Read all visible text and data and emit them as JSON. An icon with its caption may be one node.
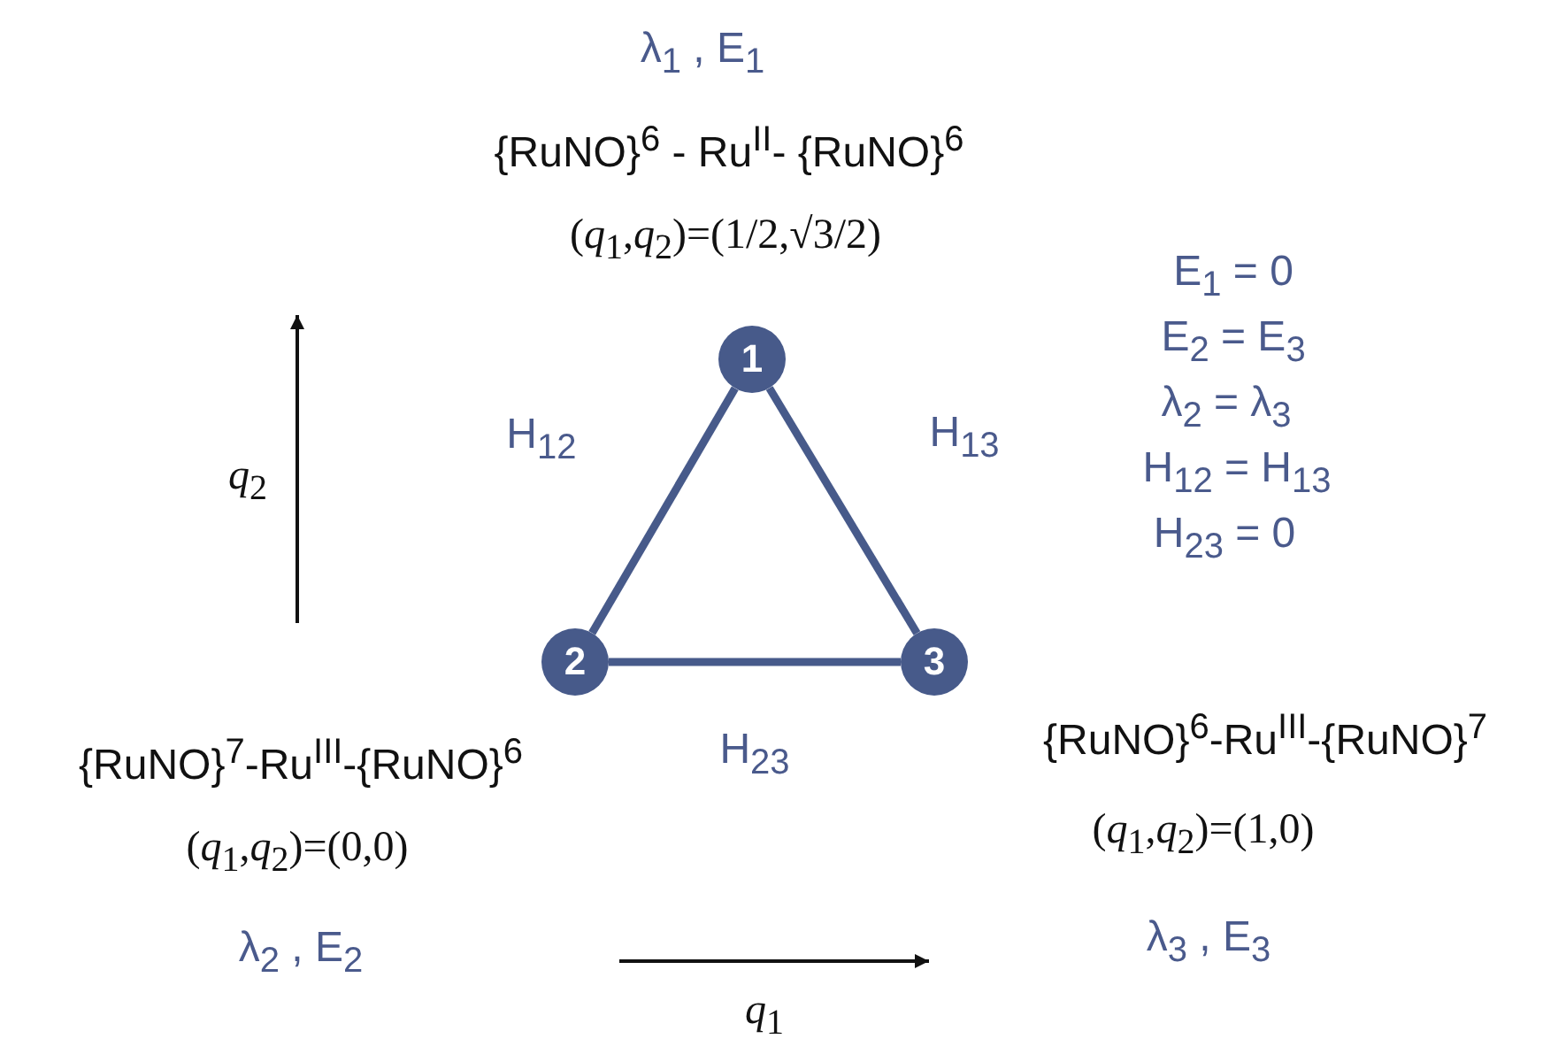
{
  "diagram": {
    "nodes": [
      {
        "text": [
          "1"
        ],
        "beside": [
          "λ$_{1}$ , E$_{1}$",
          "{RuNO}$^{6}$ - Ru$^{II}$- {RuNO}$^{6}$",
          "(*q*$_{1}$,*q*$_{2}$)=(1/2,√3/2)"
        ]
      },
      {
        "text": [
          "2"
        ],
        "beside": [
          "{RuNO}$^{7}$-Ru$^{III}$-{RuNO}$^{6}$",
          "(*q*$_{1}$,*q*$_{2}$)=(0,0)",
          "λ$_{2}$ , E$_{2}$"
        ]
      },
      {
        "text": [
          "3"
        ],
        "beside": [
          "{RuNO}$^{6}$-Ru$^{III}$-{RuNO}$^{7}$",
          "(*q*$_{1}$,*q*$_{2}$)=(1,0)",
          "λ$_{3}$ , E$_{3}$"
        ]
      }
    ],
    "edges": [
      {
        "from": 0,
        "to": 1,
        "arrow": "none",
        "label": "H$_{12}$"
      },
      {
        "from": 0,
        "to": 2,
        "arrow": "none",
        "label": "H$_{13}$"
      },
      {
        "from": 1,
        "to": 2,
        "arrow": "none",
        "label": "H$_{23}$"
      }
    ],
    "labels": [
      "E$_{1}$ = 0",
      "E$_{2}$ = E$_{3}$",
      "λ$_{2}$ = λ$_{3}$",
      "*q*$_{2}$",
      "H$_{12}$ = H$_{13}$",
      "H$_{23}$ = 0",
      "*q*$_{1}$"
    ]
  }
}
